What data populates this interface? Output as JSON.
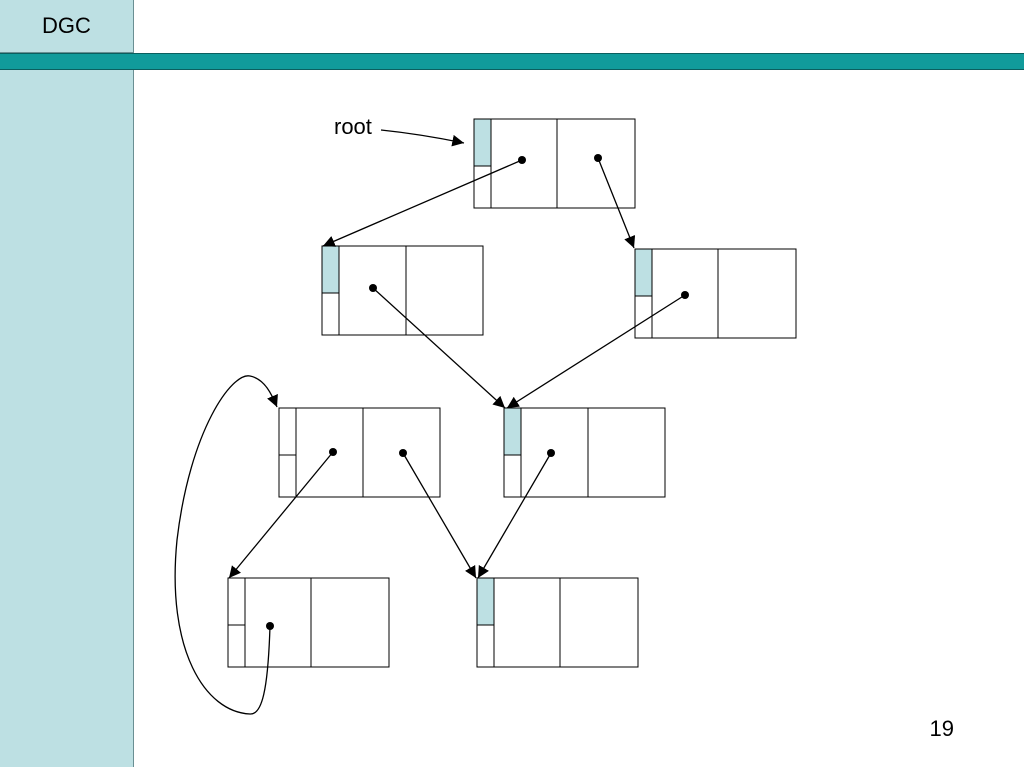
{
  "header": {
    "title": "DGC"
  },
  "footer": {
    "page_number": "19"
  },
  "diagram": {
    "root_label": "root",
    "colors": {
      "mark": "#bde0e3",
      "stroke": "#000000",
      "sidebar": "#bde0e3",
      "band": "#119b9b"
    }
  }
}
